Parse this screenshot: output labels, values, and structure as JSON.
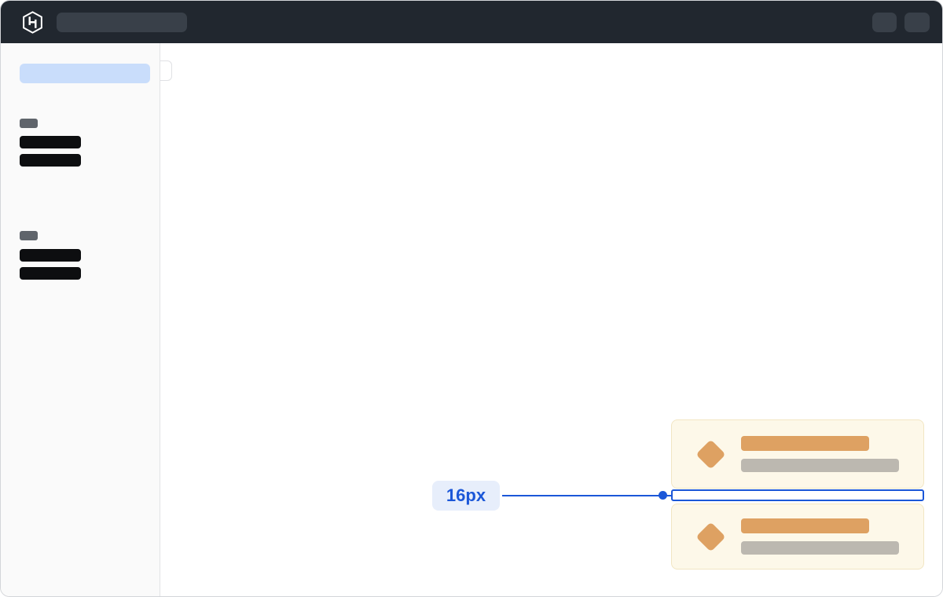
{
  "header": {
    "logo_icon": "hashicorp-logo",
    "bg_color": "#21272f",
    "search_skeleton_color": "#394049"
  },
  "sidebar": {
    "bg_color": "#fafafa",
    "active_item_color": "#c9ddfb",
    "section_label_color": "#5f646b",
    "item_skeleton_color": "#0d0e10",
    "sections": [
      {
        "label_skeleton": true,
        "item_skeletons": 2
      },
      {
        "label_skeleton": true,
        "item_skeletons": 2
      }
    ]
  },
  "cards": {
    "count": 2,
    "bg_color": "#fdf8e9",
    "border_color": "#f2e6c3",
    "icon": "diamond-icon",
    "icon_color": "#dea162",
    "title_skeleton_color": "#dea162",
    "subtitle_skeleton_color": "#bcb8b0"
  },
  "annotation": {
    "label": "16px",
    "accent_color": "#1b57d8",
    "badge_bg_color": "#e7eefb"
  }
}
